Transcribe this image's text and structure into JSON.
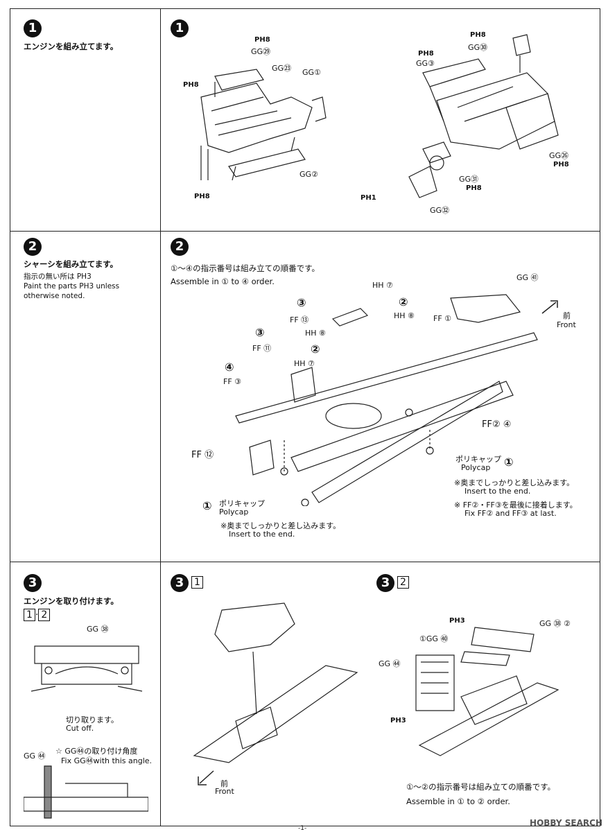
{
  "section1": {
    "step_number": "1",
    "title_jp": "エンジンを組み立てます。",
    "left_labels": [
      "PH8",
      "GG㉙",
      "GG㉓",
      "GG①",
      "GG②",
      "PH8",
      "PH8"
    ],
    "right_labels": [
      "PH8",
      "GG㉚",
      "PH8",
      "GG③",
      "GG㉖",
      "PH8",
      "GG㉛",
      "PH8",
      "PH1",
      "GG㉜"
    ]
  },
  "section2": {
    "step_number": "2",
    "title_jp": "シャーシを組み立てます。",
    "note_jp": "指示の無い所は PH3",
    "note_en1": "Paint the parts PH3 unless",
    "note_en2": "otherwise noted.",
    "order_jp": "①～④の指示番号は組み立ての順番です。",
    "order_en": "Assemble in ① to ④ order.",
    "labels": {
      "gg41": "GG ㊶",
      "hh7_top": "HH ⑦",
      "hh8_top": "HH ⑧",
      "ff1": "FF ①",
      "front_jp": "前",
      "front_en": "Front",
      "ff13": "FF ⑬",
      "hh8_mid": "HH ⑧",
      "ff11": "FF ⑪",
      "hh7_mid": "HH ⑦",
      "ff3": "FF ③",
      "ff2": "FF② ④",
      "ff12": "FF ⑫",
      "polycap_jp": "ポリキャップ",
      "polycap_en": "Polycap",
      "insert_jp": "※奥までしっかりと差し込みます。",
      "insert_en": "Insert to the end.",
      "fix_jp": "※ FF②・FF③を最後に接着します。",
      "fix_en": "Fix FF② and FF③ at last.",
      "step1": "①",
      "step2": "②",
      "step3": "③",
      "step4": "④"
    }
  },
  "section3": {
    "step_number": "3",
    "title_jp": "エンジンを取り付けます。",
    "sub_a": "1",
    "sub_b": "2",
    "gg38": "GG ㊳",
    "cutoff_jp": "切り取ります。",
    "cutoff_en": "Cut off.",
    "gg44": "GG ㊹",
    "angle_jp": "☆ GG㊹の取り付け角度",
    "angle_en": "Fix GG㊹with this angle.",
    "front_jp": "前",
    "front_en": "Front",
    "panel2_labels": {
      "ph3a": "PH3",
      "gg38_2": "GG ㊳ ②",
      "gg40": "①GG ㊵",
      "gg44": "GG ㊹",
      "ph3b": "PH3"
    },
    "order_jp": "①～②の指示番号は組み立ての順番です。",
    "order_en": "Assemble in ① to ② order."
  },
  "footer": {
    "page_mark": "-1-",
    "watermark": "HOBBY SEARCH"
  }
}
